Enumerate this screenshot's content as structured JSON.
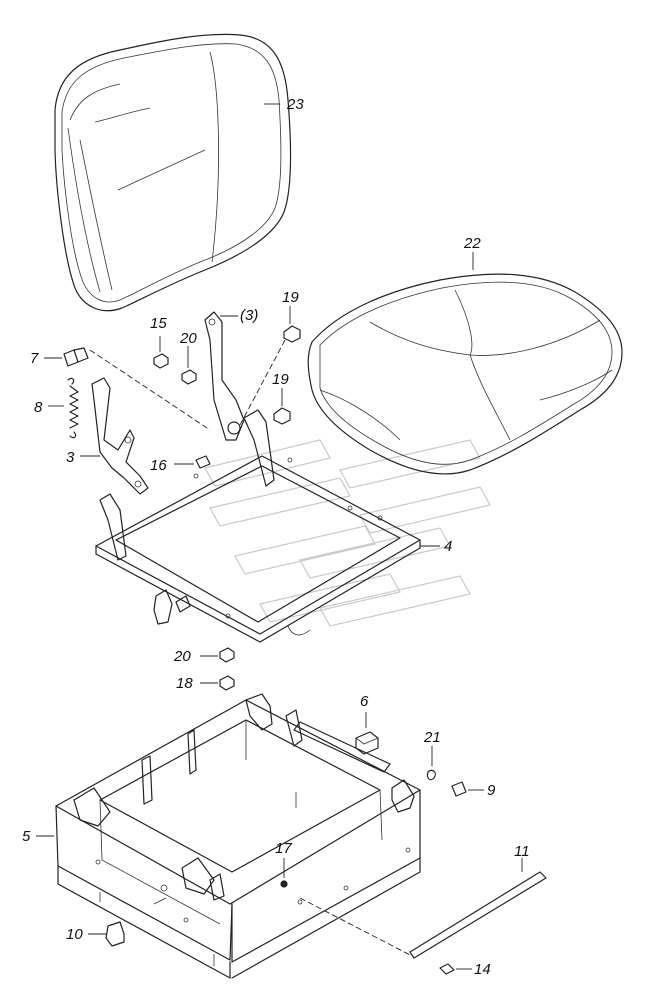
{
  "callouts": {
    "c23": "23",
    "c22": "22",
    "c19a": "19",
    "c3a": "(3)",
    "c15": "15",
    "c20a": "20",
    "c19b": "19",
    "c7": "7",
    "c8": "8",
    "c3b": "3",
    "c16": "16",
    "c4": "4",
    "c20b": "20",
    "c18": "18",
    "c6": "6",
    "c21": "21",
    "c9": "9",
    "c5": "5",
    "c17": "17",
    "c11": "11",
    "c10": "10",
    "c14": "14"
  }
}
